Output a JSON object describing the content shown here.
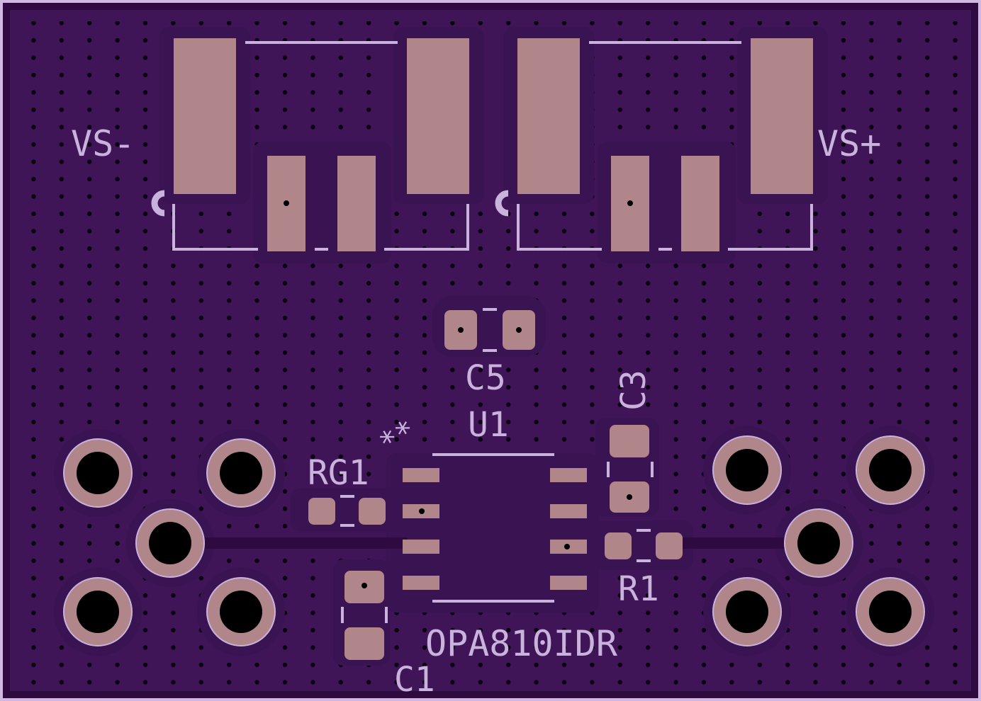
{
  "colors": {
    "board": "#3a1352",
    "copper_pour": "#3f1558",
    "clearance": "#2e0a40",
    "pad": "#b0868a",
    "silkscreen": "#c9b3dc",
    "hole": "#000000",
    "edge": "#d0b8e0"
  },
  "labels": {
    "vs_minus": "VS-",
    "vs_plus": "VS+",
    "c5": "C5",
    "u1": "U1",
    "c3": "C3",
    "rg1": "RG1",
    "r1": "R1",
    "c1": "C1",
    "part_number": "OPA810IDR",
    "pin1_marker": "**"
  }
}
